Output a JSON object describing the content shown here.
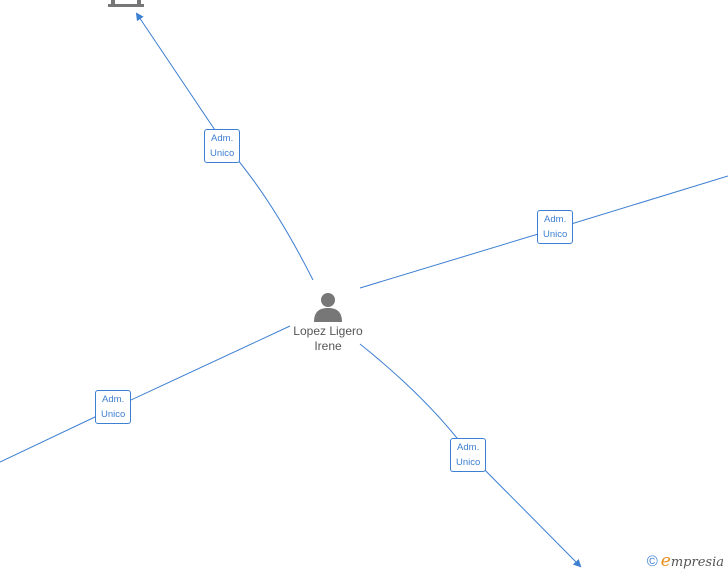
{
  "person": {
    "name_line1": "Lopez Ligero",
    "name_line2": "Irene",
    "icon": "person-icon"
  },
  "company_icon": "building-icon",
  "relations": [
    {
      "line1": "Adm.",
      "line2": "Unico"
    },
    {
      "line1": "Adm.",
      "line2": "Unico"
    },
    {
      "line1": "Adm.",
      "line2": "Unico"
    },
    {
      "line1": "Adm.",
      "line2": "Unico"
    }
  ],
  "footer": {
    "copyright": "©",
    "brand_initial": "e",
    "brand_rest": "mpresia"
  },
  "colors": {
    "edge": "#3d7fd1",
    "node_icon": "#777777",
    "brand_accent": "#e8901e"
  }
}
